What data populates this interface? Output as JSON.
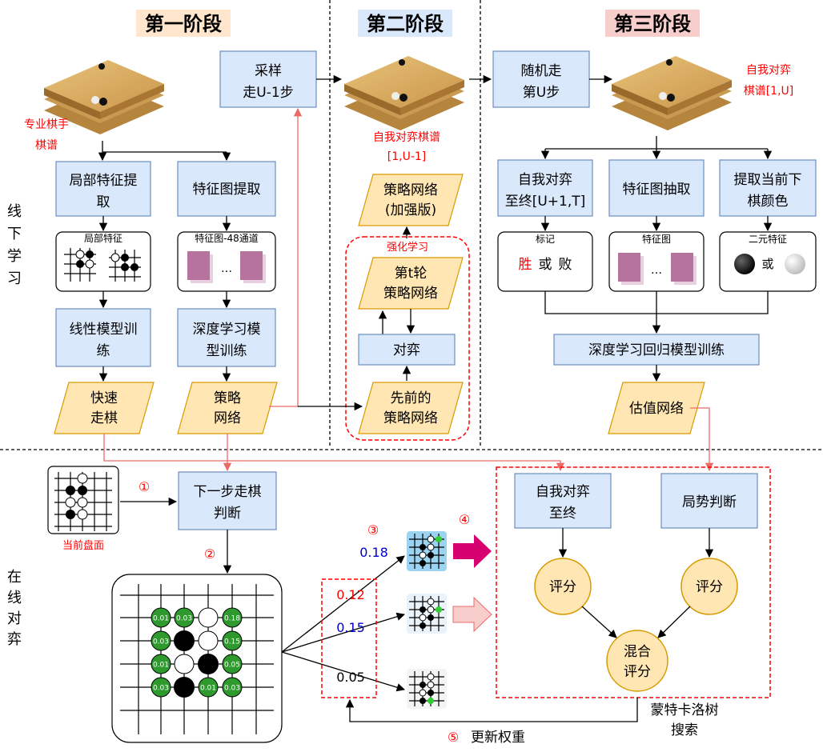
{
  "phases": {
    "stage1": "第一阶段",
    "stage2": "第二阶段",
    "stage3": "第三阶段"
  },
  "side_labels": {
    "offline": "线下学习",
    "online": "在线对弈"
  },
  "stage1": {
    "pro_games_line1": "专业棋手",
    "pro_games_line2": "棋谱",
    "local_feature_extract_line1": "局部特征提",
    "local_feature_extract_line2": "取",
    "feature_map_extract": "特征图提取",
    "local_feature_label": "局部特征",
    "feature_map_label": "特征图-48通道",
    "ellipsis": "…",
    "linear_train_line1": "线性模型训",
    "linear_train_line2": "练",
    "dl_train_line1": "深度学习模",
    "dl_train_line2": "型训练",
    "fast_move_line1": "快速",
    "fast_move_line2": "走棋",
    "policy_net_line1": "策略",
    "policy_net_line2": "网络",
    "sample_line1": "采样",
    "sample_line2": "走U-1步"
  },
  "stage2": {
    "selfplay_games_line1": "自我对弈棋谱",
    "selfplay_games_line2": "[1,U-1]",
    "policy_enhanced_line1": "策略网络",
    "policy_enhanced_line2": "(加强版)",
    "rl_label": "强化学习",
    "round_t_line1": "第t轮",
    "round_t_line2": "策略网络",
    "play": "对弈",
    "prev_line1": "先前的",
    "prev_line2": "策略网络"
  },
  "stage3": {
    "random_line1": "随机走",
    "random_line2": "第U步",
    "selfplay_line1": "自我对弈",
    "selfplay_line2": "棋谱[1,U]",
    "selfplay_end_line1": "自我对弈",
    "selfplay_end_line2": "至终[U+1,T]",
    "feature_map_extract": "特征图抽取",
    "color_extract_line1": "提取当前下",
    "color_extract_line2": "棋颜色",
    "label_title": "标记",
    "win": "胜",
    "or_lose_1": "或",
    "or_lose_2": "败",
    "feature_map_label": "特征图",
    "ellipsis": "…",
    "binary_label": "二元特征",
    "or": "或",
    "dl_regression": "深度学习回归模型训练",
    "value_net": "估值网络"
  },
  "online": {
    "circle1": "①",
    "circle2": "②",
    "circle3": "③",
    "circle4": "④",
    "circle5": "⑤",
    "current_board": "当前盘面",
    "next_move_line1": "下一步走棋",
    "next_move_line2": "判断",
    "prob_a": "0.18",
    "prob_b": "0.12",
    "prob_c": "0.15",
    "prob_d": "0.05",
    "selfplay_end_line1": "自我对弈",
    "selfplay_end_line2": "至终",
    "situation": "局势判断",
    "score1": "评分",
    "score2": "评分",
    "mixed_line1": "混合",
    "mixed_line2": "评分",
    "mcts_line1": "蒙特卡洛树",
    "mcts_line2": "搜索",
    "update_weights": "更新权重",
    "board_values": [
      "0.01",
      "0.03",
      "0.18",
      "0.03",
      "0.15",
      "0.01",
      "0.05",
      "0.03",
      "0.01",
      "0.03"
    ]
  },
  "colors": {
    "box_fill": "#dae8fc",
    "box_stroke": "#6c8ebf",
    "data_fill": "#ffe6b3",
    "data_stroke": "#d79b00",
    "accent_red": "#ff0000",
    "accent_blue": "#0000cc",
    "pink_arrow": "#d6006e",
    "green_stone": "#2e9a2e",
    "feature_map": "#b5739d"
  }
}
